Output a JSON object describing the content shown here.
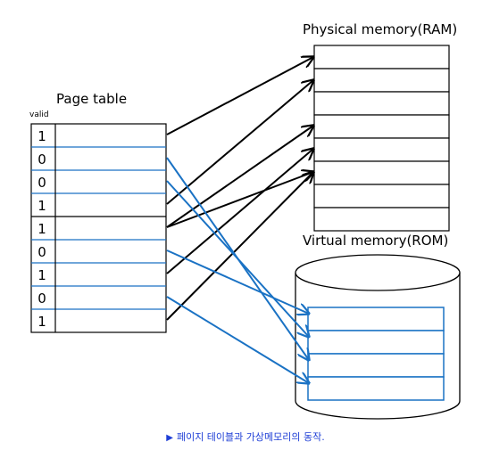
{
  "physical_memory": {
    "title": "Physical memory(RAM)",
    "rows": 8
  },
  "page_table": {
    "title": "Page table",
    "valid_header": "valid",
    "valid_bits": [
      "1",
      "0",
      "0",
      "1",
      "1",
      "0",
      "1",
      "0",
      "1"
    ]
  },
  "virtual_memory": {
    "title": "Virtual memory(ROM)",
    "rows": 4
  },
  "caption": {
    "marker": "▶",
    "text": "페이지 테이블과 가상메모리의 동작."
  },
  "colors": {
    "valid": "#000000",
    "invalid": "#1a72c4",
    "caption": "#1f3fd6"
  }
}
